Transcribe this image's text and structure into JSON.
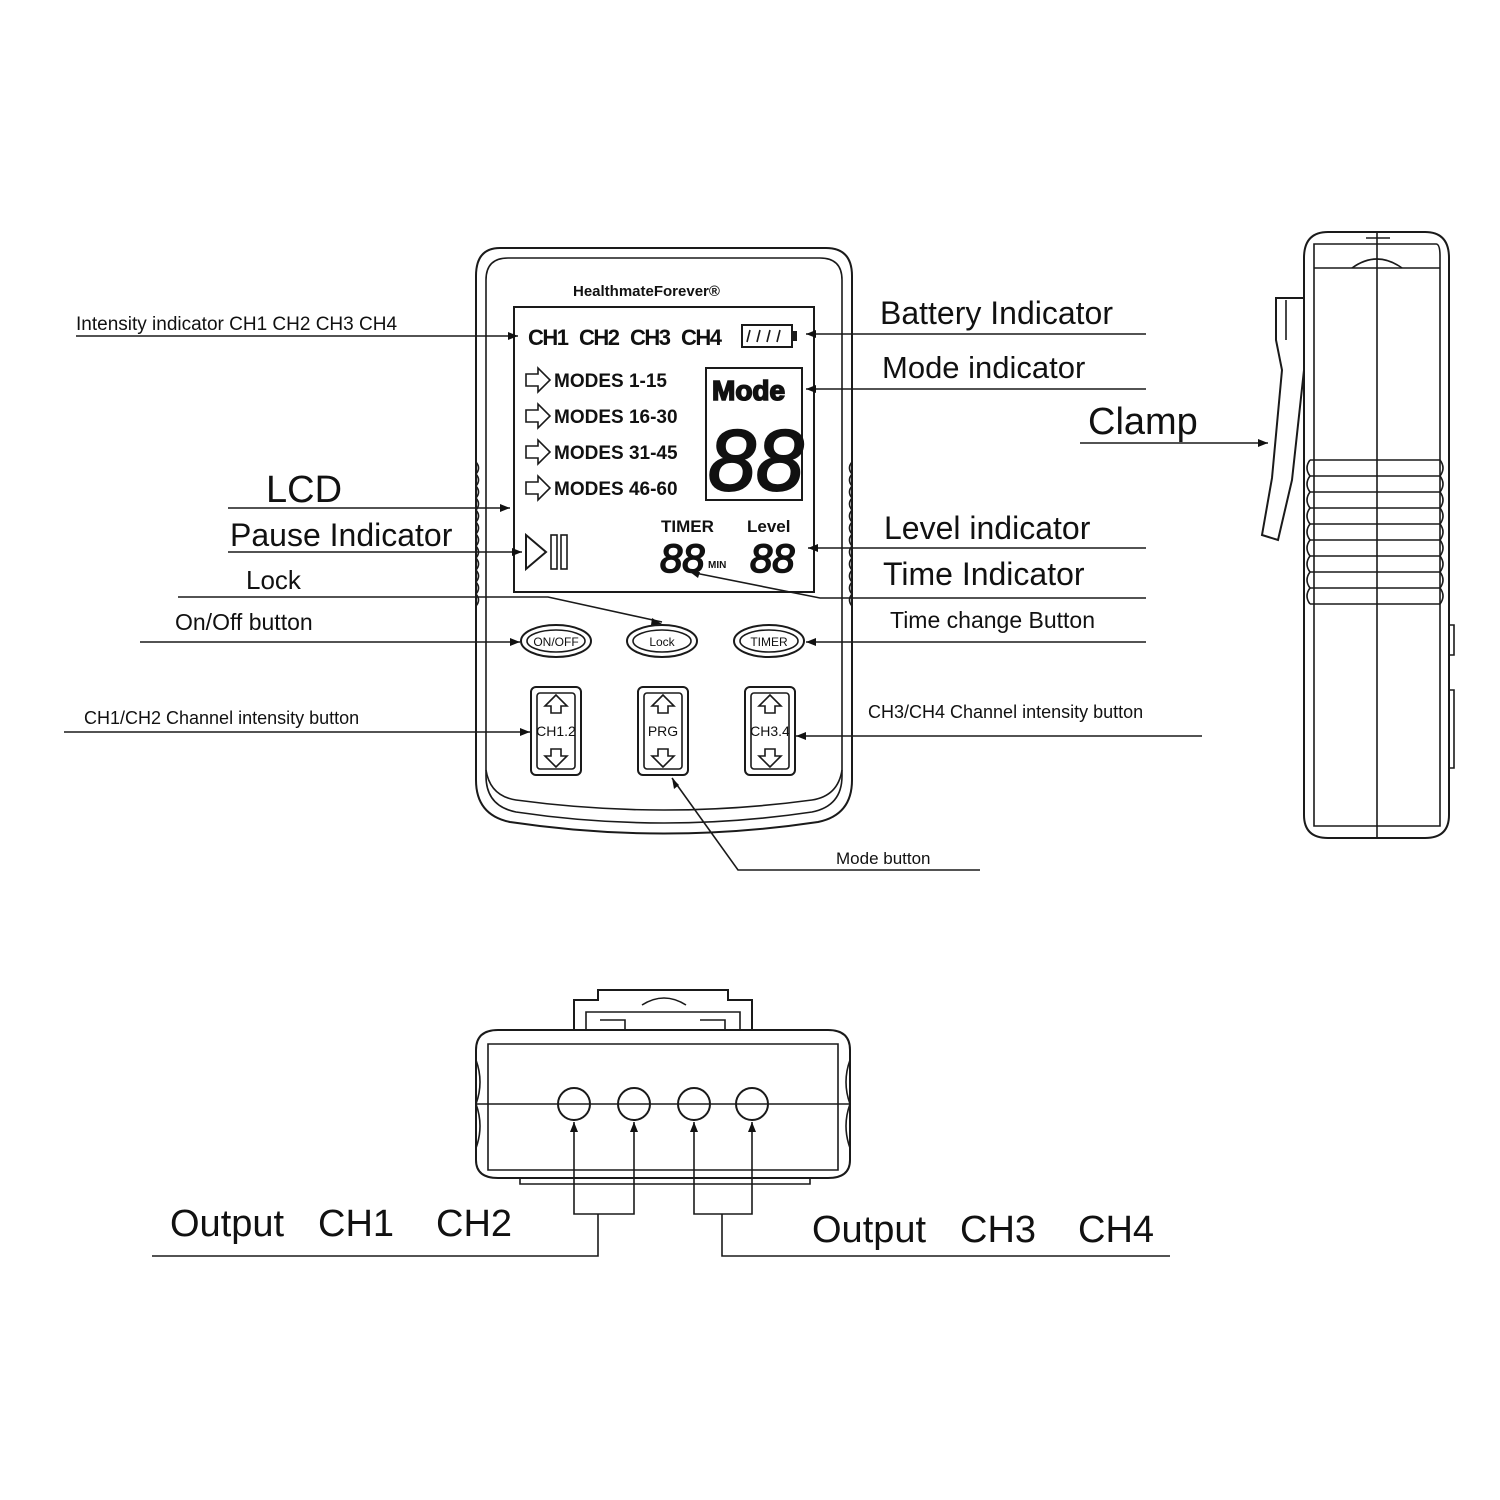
{
  "device": {
    "brand": "HealthmateForever®",
    "lcd": {
      "channels": [
        "CH1",
        "CH2",
        "CH3",
        "CH4"
      ],
      "modes": [
        "MODES 1-15",
        "MODES 16-30",
        "MODES 31-45",
        "MODES 46-60"
      ],
      "mode_title": "Mode",
      "mode_digits": "88",
      "timer_label": "TIMER",
      "timer_digits": "88",
      "timer_unit": "MIN",
      "level_label": "Level",
      "level_digits": "88"
    },
    "buttons": {
      "on_off": "ON/OFF",
      "lock": "Lock",
      "timer": "TIMER",
      "ch12": "CH1.2",
      "prg": "PRG",
      "ch34": "CH3.4"
    }
  },
  "callouts": {
    "intensity_indicator": "Intensity indicator CH1 CH2  CH3 CH4",
    "battery_indicator": "Battery Indicator",
    "mode_indicator": "Mode indicator",
    "clamp": "Clamp",
    "lcd": "LCD",
    "pause_indicator": "Pause Indicator",
    "level_indicator": "Level indicator",
    "lock": "Lock",
    "time_indicator": "Time Indicator",
    "on_off_button": "On/Off button",
    "time_change_button": "Time change Button",
    "ch12_intensity_button": "CH1/CH2 Channel intensity button",
    "ch34_intensity_button": "CH3/CH4 Channel intensity button",
    "mode_button": "Mode button",
    "output_ch12": [
      "Output",
      "CH1",
      "CH2"
    ],
    "output_ch34": [
      "Output",
      "CH3",
      "CH4"
    ]
  }
}
